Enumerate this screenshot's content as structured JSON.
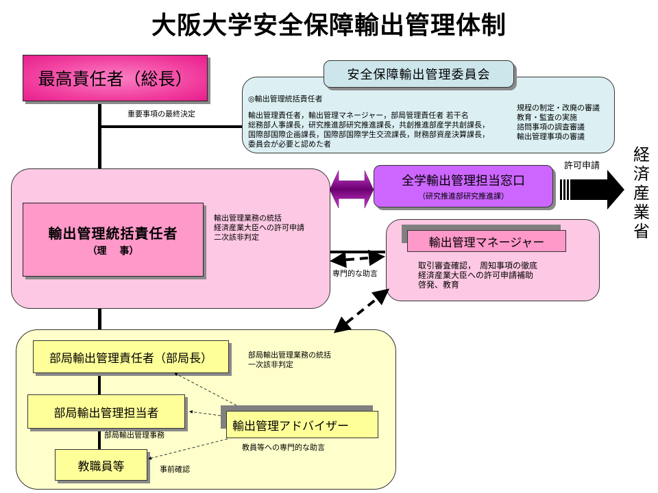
{
  "title": "大阪大学安全保障輸出管理体制",
  "president": {
    "label": "最高責任者（総長）",
    "note": "重要事項の最終決定"
  },
  "committee": {
    "title": "安全保障輸出管理委員会",
    "chair": "◎輸出管理統括責任者",
    "members": [
      "輸出管理責任者，輸出管理マネージャー，部局管理責任者  若干名",
      "総務部人事課長，研究推進部研究推進課長，共創推進部産学共創課長，",
      "国際部国際企画課長，国際部国際学生交流課長，財務部資産決算課長，",
      "委員会が必要と認めた者"
    ],
    "duties": [
      "規程の制定・改廃の審議",
      "教育・監査の実施",
      "諮問事項の調査審議",
      "輸出管理事項の審議"
    ]
  },
  "chief_officer": {
    "label": "輸出管理統括責任者",
    "sub": "（理　 事）",
    "duties": [
      "輸出管理業務の統括",
      "経済産業大臣への許可申請",
      "二次該非判定"
    ]
  },
  "window": {
    "label": "全学輸出管理担当窓口",
    "sub": "（研究推進部研究推進課）",
    "arrow_label": "許可申請"
  },
  "ministry": {
    "label": [
      "経",
      "済",
      "産",
      "業",
      "省"
    ]
  },
  "manager": {
    "label": "輸出管理マネージャー",
    "duties": [
      "取引審査確認，　周知事項の徹底",
      "経済産業大臣への許可申請補助",
      "啓発、教育"
    ],
    "advice_label": "専門的な助言"
  },
  "department": {
    "head": {
      "label": "部局輸出管理責任者（部局長）",
      "duties": [
        "部局輸出管理業務の統括",
        "一次該非判定"
      ]
    },
    "staff": {
      "label": "部局輸出管理担当者",
      "note": "部局輸出管理事務"
    },
    "faculty": {
      "label": "教職員等",
      "note": "事前確認"
    },
    "adviser": {
      "label": "輸出管理アドバイザー",
      "note": "教員等への専門的な助言"
    }
  },
  "colors": {
    "president": "#f0389b",
    "committee_bg": "#d9eef0",
    "committee_title": "#c8e4ea",
    "chief_bg": "#fdc8e3",
    "chief_box": "#fe99c9",
    "window": "#cc66ff",
    "manager_bg": "#fdc8e3",
    "manager_title": "#fe99c9",
    "dept_bg": "#ffffcc",
    "dept_box": "#ffff99",
    "arrow_purple": "#9c1aa0"
  }
}
